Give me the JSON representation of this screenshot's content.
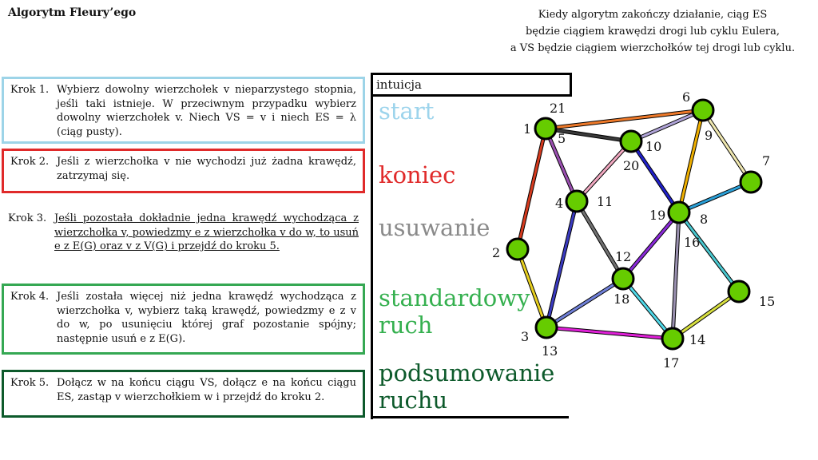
{
  "title": "Algorytm Fleury’ego",
  "note": [
    "Kiedy algorytm zakończy działanie, ciąg ES",
    "będzie ciągiem krawędzi drogi lub cyklu Eulera,",
    "a VS będzie ciągiem wierzchołków tej drogi lub cyklu."
  ],
  "steps": [
    {
      "label": "Krok 1.",
      "text": "Wybierz dowolny wierzchołek v nieparzystego stopnia, jeśli taki istnieje. W przeciwnym przypadku wybierz dowolny wierzchołek v. Niech VS = v i niech ES = λ (ciąg pusty).",
      "color": "#9dd4e8"
    },
    {
      "label": "Krok 2.",
      "text": "Jeśli z wierzchołka v nie wychodzi już żadna krawędź, zatrzymaj się.",
      "color": "#e02a2a"
    },
    {
      "label": "Krok 3.",
      "text": "Jeśli pozostała dokładnie jedna krawędź wychodząca z wierzchołka v, powiedzmy e z wierzchołka v do w, to usuń e z E(G) oraz v z V(G) i przejdź do kroku 5.",
      "color": "#8a8a8a"
    },
    {
      "label": "Krok 4.",
      "text": "Jeśli została więcej niż jedna krawędź wychodząca z wierzchołka v, wybierz taką krawędź, powiedzmy e z v do w, po usunięciu której graf pozostanie spójny; następnie usuń e z E(G).",
      "color": "#35a853"
    },
    {
      "label": "Krok 5.",
      "text": "Dołącz w na końcu ciągu VS, dołącz e na końcu ciągu ES, zastąp v wierzchołkiem w i przejdź do kroku 2.",
      "color": "#0d5a2b"
    }
  ],
  "legend": {
    "header": "intuicja",
    "start": "start",
    "koniec": "koniec",
    "usuwanie": "usuwanie",
    "standardowy": "standardowy ruch",
    "podsumowanie": "podsumowanie ruchu"
  },
  "graph": {
    "node_color": "#66cc00",
    "vertices": [
      {
        "id": "v1",
        "labels": [
          "1",
          "5",
          "21"
        ]
      },
      {
        "id": "v6",
        "labels": [
          "6",
          "9"
        ]
      },
      {
        "id": "v10",
        "labels": [
          "10",
          "20"
        ]
      },
      {
        "id": "v7",
        "labels": [
          "7"
        ]
      },
      {
        "id": "v4",
        "labels": [
          "4",
          "11"
        ]
      },
      {
        "id": "v8",
        "labels": [
          "8",
          "16",
          "19"
        ]
      },
      {
        "id": "v2",
        "labels": [
          "2"
        ]
      },
      {
        "id": "v12",
        "labels": [
          "12",
          "18"
        ]
      },
      {
        "id": "v15",
        "labels": [
          "15"
        ]
      },
      {
        "id": "v3",
        "labels": [
          "3",
          "13"
        ]
      },
      {
        "id": "v14",
        "labels": [
          "14",
          "17"
        ]
      }
    ],
    "edges": [
      {
        "from": "v1",
        "to": "v6",
        "color": "#ef7a2a"
      },
      {
        "from": "v1",
        "to": "v10",
        "color": "#3a3a3a"
      },
      {
        "from": "v1",
        "to": "v2",
        "color": "#d63a1e"
      },
      {
        "from": "v1",
        "to": "v4",
        "color": "#9a4fb0"
      },
      {
        "from": "v6",
        "to": "v10",
        "color": "#b0a4d8"
      },
      {
        "from": "v6",
        "to": "v7",
        "color": "#f0e8b0"
      },
      {
        "from": "v6",
        "to": "v8",
        "color": "#f0b000"
      },
      {
        "from": "v10",
        "to": "v4",
        "color": "#f0a8c0"
      },
      {
        "from": "v10",
        "to": "v8",
        "color": "#2020c8"
      },
      {
        "from": "v7",
        "to": "v8",
        "color": "#2aa0d8"
      },
      {
        "from": "v4",
        "to": "v12",
        "color": "#707070"
      },
      {
        "from": "v4",
        "to": "v3",
        "color": "#3a3ac0"
      },
      {
        "from": "v8",
        "to": "v12",
        "color": "#8a2ad8"
      },
      {
        "from": "v8",
        "to": "v15",
        "color": "#4ac8d0"
      },
      {
        "from": "v8",
        "to": "v14",
        "color": "#9a90b0"
      },
      {
        "from": "v2",
        "to": "v3",
        "color": "#e8d020"
      },
      {
        "from": "v12",
        "to": "v3",
        "color": "#7080d8"
      },
      {
        "from": "v12",
        "to": "v14",
        "color": "#50d8e8"
      },
      {
        "from": "v3",
        "to": "v14",
        "color": "#e020d8"
      },
      {
        "from": "v15",
        "to": "v14",
        "color": "#d8e040"
      }
    ]
  }
}
